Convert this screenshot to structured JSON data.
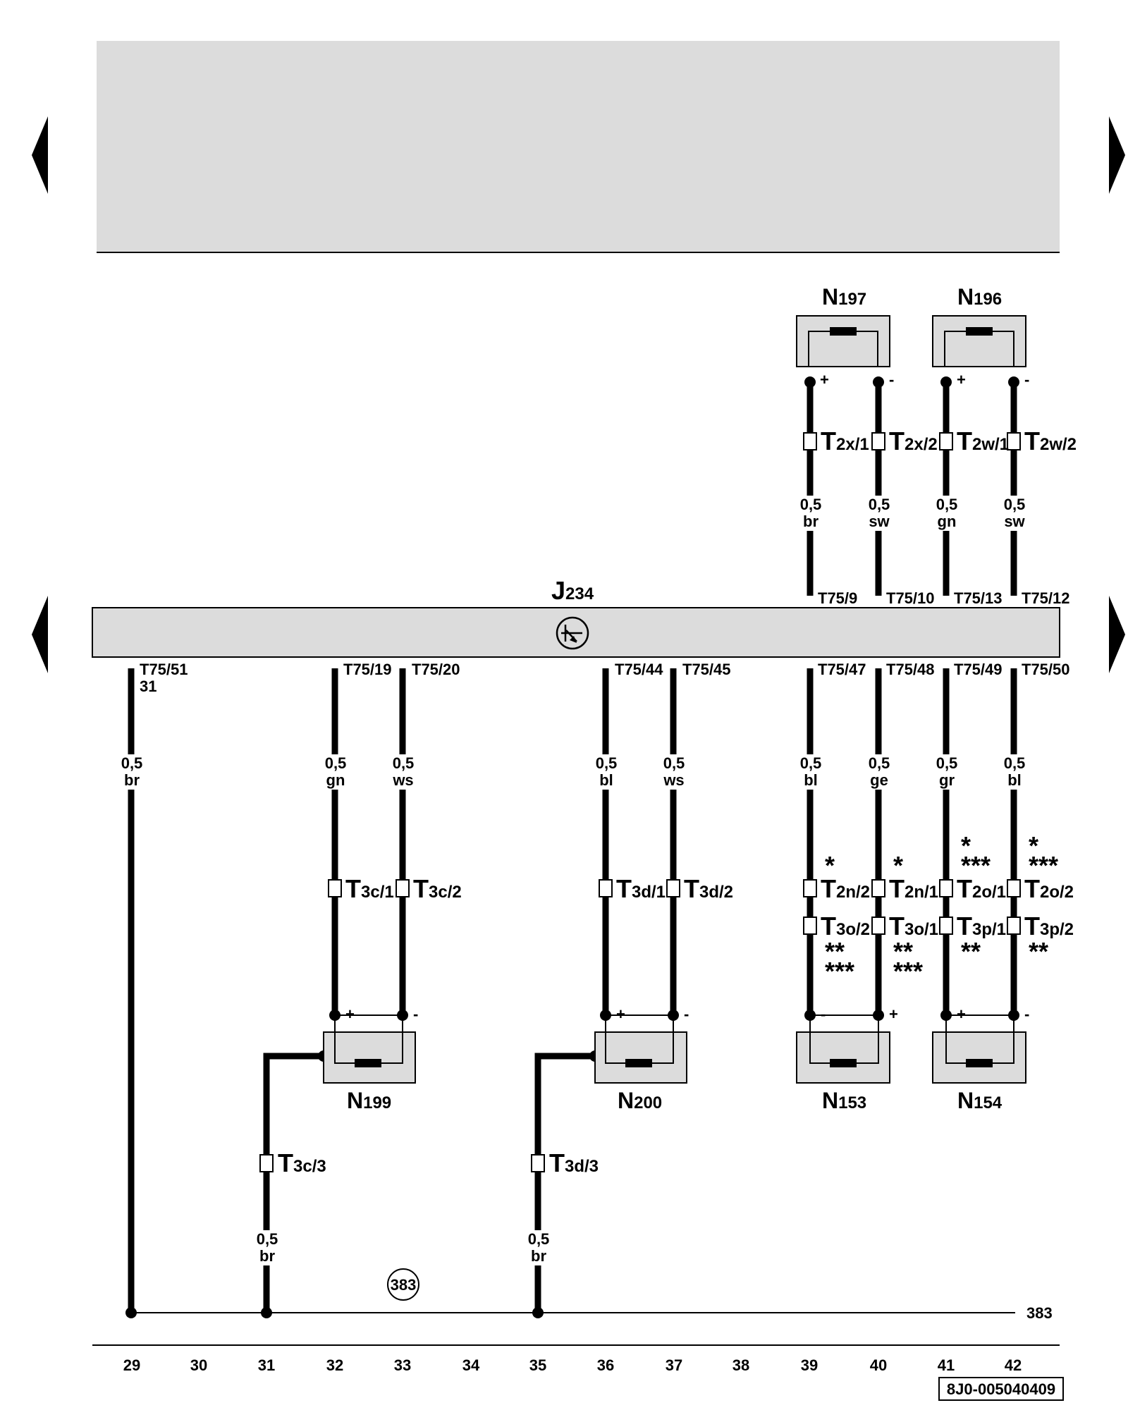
{
  "nav": {
    "prev_label": "previous page",
    "next_label": "next page"
  },
  "control_unit": {
    "id": "J",
    "sub": "234",
    "ground_ref": "31"
  },
  "components": [
    {
      "id": "N",
      "sub": "197"
    },
    {
      "id": "N",
      "sub": "196"
    },
    {
      "id": "N",
      "sub": "199"
    },
    {
      "id": "N",
      "sub": "200"
    },
    {
      "id": "N",
      "sub": "153"
    },
    {
      "id": "N",
      "sub": "154"
    }
  ],
  "polarity": {
    "plus": "+",
    "minus": "-"
  },
  "top_pins": [
    "T75/9",
    "T75/10",
    "T75/13",
    "T75/12"
  ],
  "bottom_pins": [
    "T75/51",
    "T75/19",
    "T75/20",
    "T75/44",
    "T75/45",
    "T75/47",
    "T75/48",
    "T75/49",
    "T75/50"
  ],
  "wires_top": [
    {
      "size": "0,5",
      "color": "br"
    },
    {
      "size": "0,5",
      "color": "sw"
    },
    {
      "size": "0,5",
      "color": "gn"
    },
    {
      "size": "0,5",
      "color": "sw"
    }
  ],
  "wires_bottom": [
    {
      "size": "0,5",
      "color": "br"
    },
    {
      "size": "0,5",
      "color": "gn"
    },
    {
      "size": "0,5",
      "color": "ws"
    },
    {
      "size": "0,5",
      "color": "bl"
    },
    {
      "size": "0,5",
      "color": "ws"
    },
    {
      "size": "0,5",
      "color": "bl"
    },
    {
      "size": "0,5",
      "color": "ge"
    },
    {
      "size": "0,5",
      "color": "gr"
    },
    {
      "size": "0,5",
      "color": "bl"
    }
  ],
  "wires_ground": [
    {
      "size": "0,5",
      "color": "br"
    },
    {
      "size": "0,5",
      "color": "br"
    }
  ],
  "connectors_top": [
    {
      "main": "T",
      "sub": "2x/1"
    },
    {
      "main": "T",
      "sub": "2x/2"
    },
    {
      "main": "T",
      "sub": "2w/1"
    },
    {
      "main": "T",
      "sub": "2w/2"
    }
  ],
  "connectors_mid": [
    {
      "main": "T",
      "sub": "3c/1"
    },
    {
      "main": "T",
      "sub": "3c/2"
    },
    {
      "main": "T",
      "sub": "3d/1"
    },
    {
      "main": "T",
      "sub": "3d/2"
    },
    {
      "main": "T",
      "sub": "2n/2"
    },
    {
      "main": "T",
      "sub": "2n/1"
    },
    {
      "main": "T",
      "sub": "2o/1"
    },
    {
      "main": "T",
      "sub": "2o/2"
    }
  ],
  "connectors_low": [
    {
      "main": "T",
      "sub": "3o/2"
    },
    {
      "main": "T",
      "sub": "3o/1"
    },
    {
      "main": "T",
      "sub": "3p/1"
    },
    {
      "main": "T",
      "sub": "3p/2"
    }
  ],
  "connectors_ground": [
    {
      "main": "T",
      "sub": "3c/3"
    },
    {
      "main": "T",
      "sub": "3d/3"
    }
  ],
  "stars": {
    "s1": "*",
    "s2": "**",
    "s3": "***"
  },
  "ground": {
    "circle_label": "383",
    "line_label": "383"
  },
  "track_numbers": [
    "29",
    "30",
    "31",
    "32",
    "33",
    "34",
    "35",
    "36",
    "37",
    "38",
    "39",
    "40",
    "41",
    "42"
  ],
  "doc_code": "8J0-005040409"
}
